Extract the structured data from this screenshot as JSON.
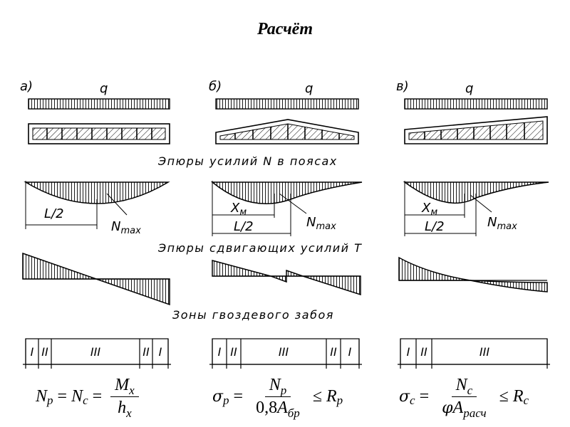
{
  "title": "Расчёт",
  "diagram": {
    "panel_labels": [
      "а)",
      "б)",
      "в)"
    ],
    "load_label": "q",
    "section_N": "Эпюры усилий N в поясах",
    "section_T": "Эпюры сдвигающих усилий T",
    "section_zones": "Зоны гвоздевого забоя",
    "half_span": "L/2",
    "xm_label": "X",
    "xm_sub": "м",
    "nmax_label": "N",
    "nmax_sub": "max",
    "zones": [
      "I",
      "II",
      "III",
      "II",
      "I"
    ]
  },
  "formulas": {
    "f1": {
      "N": "N",
      "p": "p",
      "eq": "=",
      "c": "c",
      "M": "M",
      "x": "x",
      "h": "h"
    },
    "f2": {
      "sigma": "σ",
      "p": "p",
      "eq": "=",
      "N": "N",
      "coef": "0,8",
      "A": "A",
      "br": "бр",
      "le": "≤",
      "R": "R"
    },
    "f3": {
      "sigma": "σ",
      "c": "c",
      "eq": "=",
      "N": "N",
      "phi": "φ",
      "A": "A",
      "rasch": "расч",
      "le": "≤",
      "R": "R"
    }
  }
}
